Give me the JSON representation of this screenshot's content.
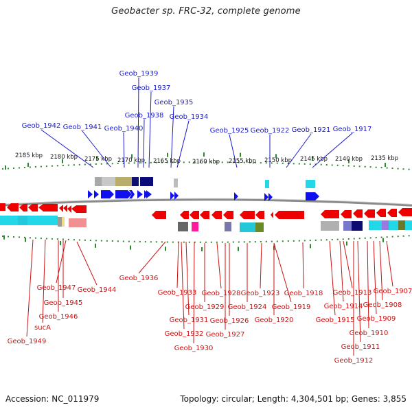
{
  "title": "Geobacter sp. FRC-32, complete genome",
  "footer": {
    "accession": "Accession: NC_011979",
    "topology": "Topology: circular; Length: 4,304,501 bp; Genes: 3,855"
  },
  "scale_ticks": [
    "2185 kbp",
    "2180 kbp",
    "2175 kbp",
    "2170 kbp",
    "2165 kbp",
    "2160 kbp",
    "2155 kbp",
    "2150 kbp",
    "2145 kbp",
    "2140 kbp",
    "2135 kbp"
  ],
  "top_genes": [
    "Geob_1939",
    "Geob_1937",
    "Geob_1935",
    "Geob_1938",
    "Geob_1934",
    "Geob_1942",
    "Geob_1941",
    "Geob_1940",
    "Geob_1925",
    "Geob_1922",
    "Geob_1921",
    "Geob_1917"
  ],
  "bottom_genes": [
    "Geob_1936",
    "Geob_1944",
    "Geob_1947",
    "Geob_1945",
    "Geob_1946",
    "sucA",
    "Geob_1949",
    "Geob_1933",
    "Geob_1928",
    "Geob_1923",
    "Geob_1918",
    "Geob_1929",
    "Geob_1924",
    "Geob_1919",
    "Geob_1931",
    "Geob_1926",
    "Geob_1920",
    "Geob_1932",
    "Geob_1927",
    "Geob_1930",
    "Geob_1913",
    "Geob_1907",
    "Geob_1914",
    "Geob_1908",
    "Geob_1915",
    "Geob_1909",
    "Geob_1910",
    "Geob_1911",
    "Geob_1912"
  ],
  "colors": {
    "forward": "#1010ee",
    "reverse": "#ee0000",
    "forward_label": "#1a1acc",
    "reverse_label": "#cc1111",
    "tick": "#2a8a2a",
    "backbone": "#777777"
  }
}
